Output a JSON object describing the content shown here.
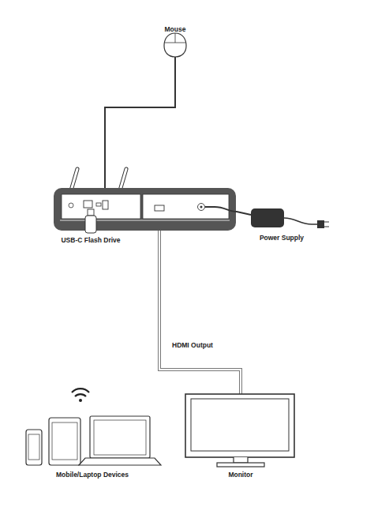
{
  "diagram": {
    "nodes": [
      {
        "text": [
          "Mouse"
        ]
      },
      {
        "text": [
          "USB-C Flash Drive"
        ]
      },
      {
        "text": [
          "Power Supply"
        ]
      },
      {
        "text": [
          "Mobile/Laptop Devices"
        ]
      },
      {
        "text": [
          "Monitor"
        ]
      }
    ],
    "labels": [
      "HDMI Output"
    ]
  }
}
